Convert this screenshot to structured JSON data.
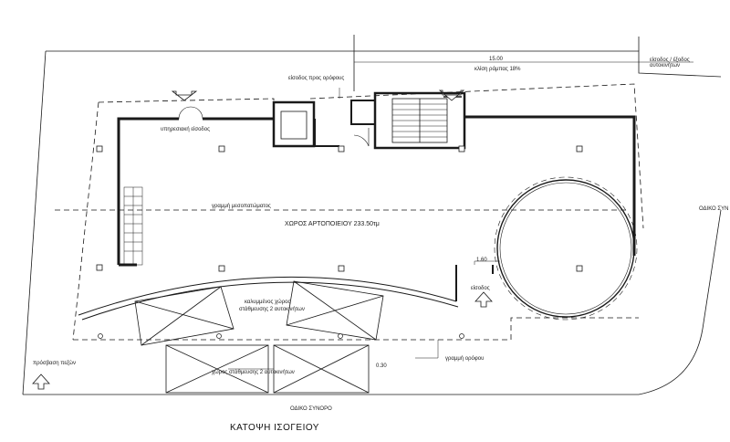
{
  "drawing": {
    "title": "ΚΑΤΟΨΗ ΙΣΟΓΕΙΟΥ"
  },
  "labels": {
    "entrance_top": "είσοδος προς ορόφους",
    "ramp_dim": "15.00",
    "ramp_slope": "κλίση ράμπας 18%",
    "vehicle_ramp": "είσοδος / έξοδος αυτοκινήτων",
    "service_entrance": "υπηρεσιακή είσοδος",
    "mezzanine_line": "γραμμή μεσοπατώματος",
    "bakery_space": "ΧΩΡΟΣ ΑΡΤΟΠΟΙΕΙΟΥ 233.50τμ",
    "covered_space": "καλυμμένος χώρος",
    "parking_upper": "στάθμευσης 2 αυτοκινήτων",
    "parking_lower": "χώρος στάθμευσης 2 αυτοκινήτων",
    "dim_circle": "1.60",
    "entrance_right": "είσοδος",
    "roof_line": "γραμμή ορόφου",
    "pedestrian_access": "πρόσβαση πεζών",
    "road_boundary_bottom": "ΟΔΙΚΟ ΣΥΝΟΡΟ",
    "road_boundary_right": "ΟΔΙΚΟ ΣΥΝ",
    "stair_dim": "0.30"
  },
  "colors": {
    "line": "#1a1a1a",
    "wall_fill": "#ffffff",
    "background": "#ffffff"
  },
  "icons": {
    "entry_arrow": "up-arrow-outline-icon"
  }
}
